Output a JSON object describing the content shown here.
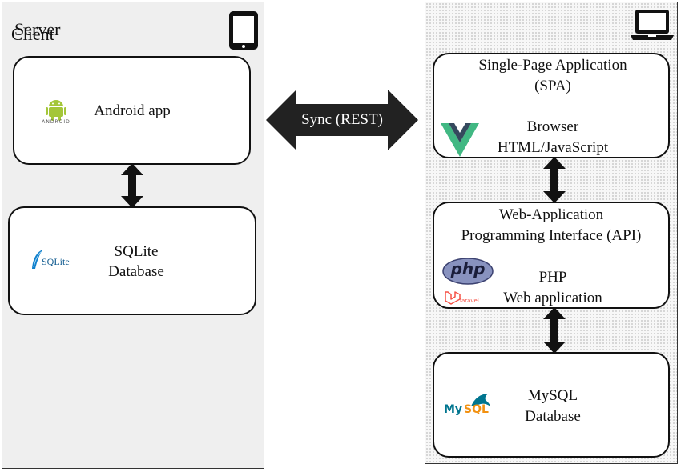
{
  "client": {
    "title": "Client",
    "android_box": {
      "label": "Android app",
      "logo_text": "ANDROID"
    },
    "sqlite_box": {
      "line1": "SQLite",
      "line2": "Database",
      "logo_text": "SQLite"
    }
  },
  "sync": {
    "label": "Sync (REST)"
  },
  "server": {
    "title": "Server",
    "spa_box": {
      "title_line1": "Single-Page Application",
      "title_line2": "(SPA)",
      "body_line1": "Browser",
      "body_line2": "HTML/JavaScript"
    },
    "api_box": {
      "title_line1": "Web-Application",
      "title_line2": "Programming Interface (API)",
      "body_line1": "PHP",
      "body_line2": "Web application",
      "php_logo_text": "php",
      "laravel_logo_text": "laravel"
    },
    "db_box": {
      "line1": "MySQL",
      "line2": "Database",
      "logo_text_my": "My",
      "logo_text_sql": "SQL"
    }
  },
  "colors": {
    "android_green": "#a4c639",
    "vue_green": "#41b883",
    "vue_dark": "#35495e",
    "php_purple": "#8892bf",
    "laravel_red": "#f55247",
    "mysql_blue": "#00758f",
    "mysql_orange": "#f29111",
    "sqlite_blue": "#0f80cc",
    "arrow_dark": "#222222"
  }
}
